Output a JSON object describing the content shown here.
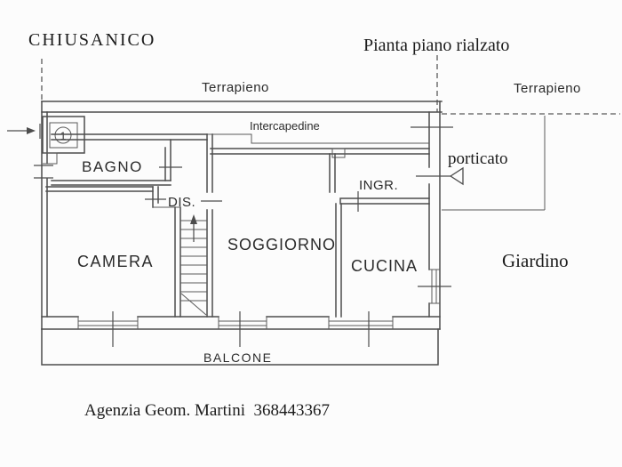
{
  "title": "CHIUSANICO",
  "subtitle": "Pianta piano rialzato",
  "plan": {
    "exterior": {
      "terrapieno_left": "Terrapieno",
      "terrapieno_right": "Terrapieno",
      "porticato": "porticato",
      "giardino": "Giardino"
    },
    "interior": {
      "intercapedine": "Intercapedine",
      "bagno": "BAGNO",
      "disimpegno": "DIS.",
      "camera": "CAMERA",
      "soggiorno": "SOGGIORNO",
      "ingresso": "INGR.",
      "cucina": "CUCINA",
      "balcone": "BALCONE"
    },
    "entrance_number": "1"
  },
  "footer": {
    "agency_line": "Agenzia Geom. Martini  368443367"
  },
  "colors": {
    "background": "#fcfcfc",
    "wall_line": "#4d4d4d",
    "text": "#1c1c1c"
  }
}
